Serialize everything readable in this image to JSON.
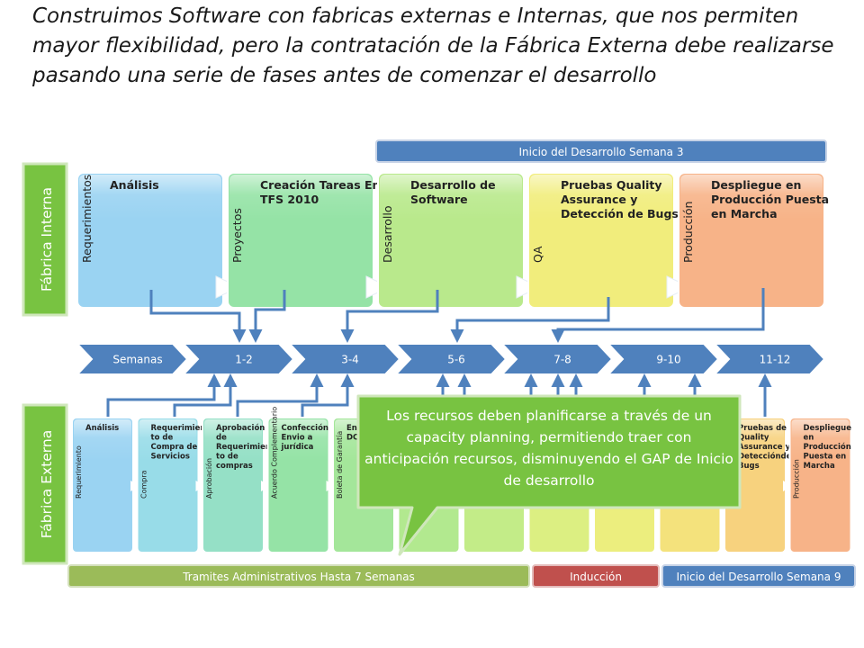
{
  "title": "Construimos Software con fabricas externas e Internas, que nos permiten mayor flexibilidad, pero la contratación de la Fábrica Externa debe realizarse pasando una serie de fases antes de comenzar el desarrollo",
  "top_banner": "Inicio del Desarrollo Semana 3",
  "internal_label": "Fábrica Interna",
  "external_label": "Fábrica Externa",
  "internal_phases": [
    {
      "side": "Requerimientos",
      "text": [
        "Análisis"
      ],
      "color": "#9ad3f2"
    },
    {
      "side": "Proyectos",
      "text": [
        "Creación Tareas En",
        "TFS 2010"
      ],
      "color": "#95e3a6"
    },
    {
      "side": "Desarrollo",
      "text": [
        "Desarrollo de",
        "Software"
      ],
      "color": "#b9e98c"
    },
    {
      "side": "QA",
      "text": [
        "Pruebas Quality",
        "Assurance y",
        "Detección de Bugs"
      ],
      "color": "#f1ed7c"
    },
    {
      "side": "Producción",
      "text": [
        "Despliegue en",
        "Producción  Puesta",
        "en Marcha"
      ],
      "color": "#f7b388"
    }
  ],
  "weeks": [
    "Semanas",
    "1-2",
    "3-4",
    "5-6",
    "7-8",
    "9-10",
    "11-12"
  ],
  "external_phases": [
    {
      "side": "Requerimiento",
      "text": [
        "Análisis"
      ],
      "color": "#9ad3f2"
    },
    {
      "side": "Compra",
      "text": [
        "Requerimien",
        "to de",
        "Compra de",
        "Servicios"
      ],
      "color": "#98dce8"
    },
    {
      "side": "Aprobación",
      "text": [
        "Aprobación",
        "de",
        "Requerimien",
        "to de",
        "compras"
      ],
      "color": "#95e0c6"
    },
    {
      "side": "Acuerdo Complementario",
      "text": [
        "Confección",
        "Envio a",
        "jurídica"
      ],
      "color": "#95e3a6"
    },
    {
      "side": "Boleta de Garantía",
      "text": [
        "Env",
        "DC"
      ],
      "color": "#a4e69a"
    },
    {
      "side": "",
      "text": [],
      "color": "#b2e98f"
    },
    {
      "side": "",
      "text": [],
      "color": "#c3ec88"
    },
    {
      "side": "",
      "text": [],
      "color": "#dcef82"
    },
    {
      "side": "",
      "text": [],
      "color": "#ecee7e"
    },
    {
      "side": "",
      "text": [],
      "color": "#f4e27c"
    },
    {
      "side": "",
      "text": [
        "Pruebas de",
        "Quality",
        "Assurance y",
        "Detecciónde",
        "Bugs"
      ],
      "color": "#f7d27e"
    },
    {
      "side": "Producción",
      "text": [
        "Despliegue",
        "en",
        "Producción",
        "Puesta en",
        "Marcha"
      ],
      "color": "#f7b388"
    }
  ],
  "callout": "Los recursos deben planificarse a través de un capacity planning, permitiendo traer con anticipación recursos, disminuyendo el GAP de Inicio de desarrollo",
  "bottom_bars": {
    "tramites": "Tramites Administrativos Hasta 7 Semanas",
    "induccion": "Inducción",
    "inicio9": "Inicio del Desarrollo Semana 9"
  },
  "colors": {
    "blue": "#4f81bd",
    "green": "#9bbb59",
    "red": "#c0504d",
    "callout": "#78c341"
  }
}
